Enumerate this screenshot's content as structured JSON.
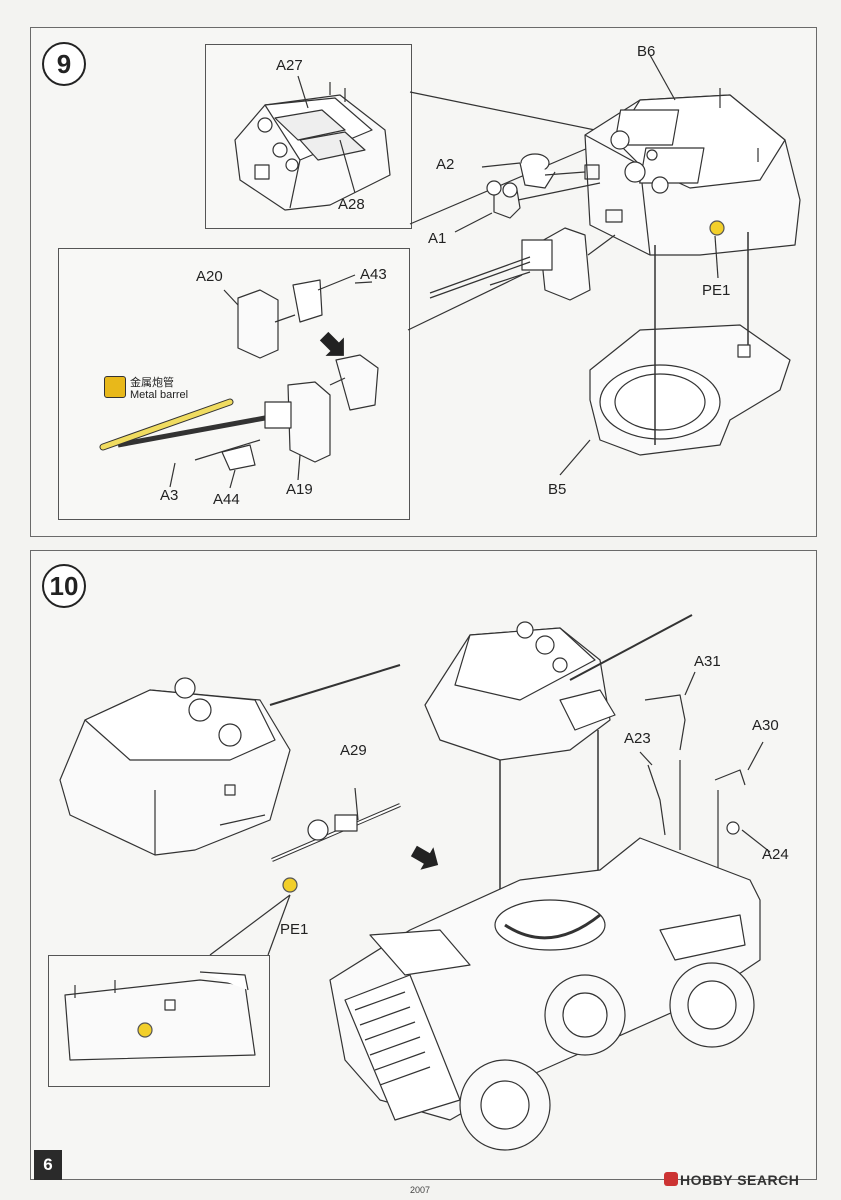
{
  "steps": [
    {
      "number": "9"
    },
    {
      "number": "10"
    }
  ],
  "step9": {
    "labels": {
      "a27": "A27",
      "a28": "A28",
      "b6": "B6",
      "a2": "A2",
      "a1": "A1",
      "pe1": "PE1",
      "a20": "A20",
      "a43": "A43",
      "a3": "A3",
      "a44": "A44",
      "a19": "A19",
      "b5": "B5"
    },
    "metal_barrel_cn": "金属炮管",
    "metal_barrel_en": "Metal barrel"
  },
  "step10": {
    "labels": {
      "a31": "A31",
      "a29": "A29",
      "a23": "A23",
      "a30": "A30",
      "a24": "A24",
      "pe1": "PE1"
    }
  },
  "footer": {
    "page_number": "6",
    "code": "2007",
    "brand": "HOBBY SEARCH"
  },
  "colors": {
    "metal_barrel": "#f0dc60",
    "pe_part": "#f2cf2a",
    "line": "#333333"
  }
}
